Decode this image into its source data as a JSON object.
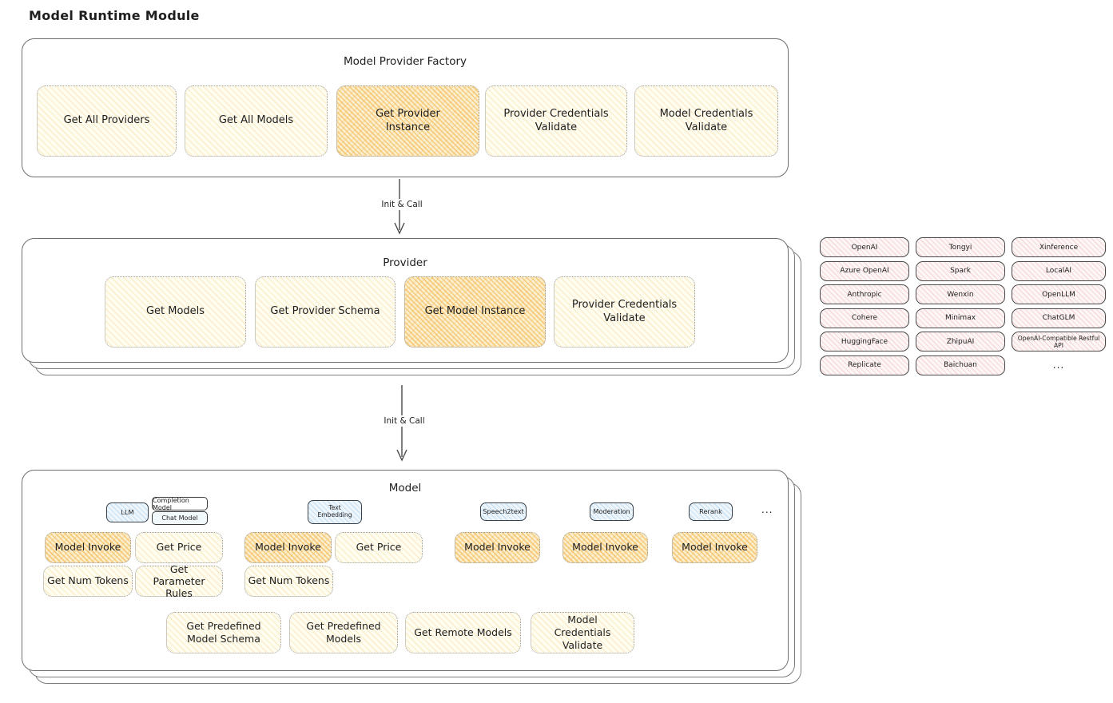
{
  "title": "Model Runtime Module",
  "arrows": {
    "top_label": "Init & Call",
    "bottom_label": "Init & Call"
  },
  "factory": {
    "title": "Model Provider Factory",
    "buttons": [
      {
        "label": "Get All Providers",
        "highlighted": false
      },
      {
        "label": "Get All Models",
        "highlighted": false
      },
      {
        "label": "Get Provider Instance",
        "highlighted": true
      },
      {
        "label": "Provider Credentials Validate",
        "highlighted": false
      },
      {
        "label": "Model Credentials Validate",
        "highlighted": false
      }
    ]
  },
  "provider": {
    "title": "Provider",
    "buttons": [
      {
        "label": "Get Models",
        "highlighted": false
      },
      {
        "label": "Get Provider Schema",
        "highlighted": false
      },
      {
        "label": "Get Model Instance",
        "highlighted": true
      },
      {
        "label": "Provider Credentials Validate",
        "highlighted": false
      }
    ]
  },
  "provider_list": {
    "items": [
      "OpenAI",
      "Tongyi",
      "Xinference",
      "Azure OpenAI",
      "Spark",
      "LocalAI",
      "Anthropic",
      "Wenxin",
      "OpenLLM",
      "Cohere",
      "Minimax",
      "ChatGLM",
      "HuggingFace",
      "ZhipuAI",
      "OpenAI-Compatible Restful API",
      "Replicate",
      "Baichuan"
    ],
    "more": "..."
  },
  "model": {
    "title": "Model",
    "type_chips": [
      "LLM",
      "Completion Model",
      "Chat Model",
      "Text Embedding",
      "Speech2text",
      "Moderation",
      "Rerank"
    ],
    "more": "...",
    "op_row1": [
      "Model Invoke",
      "Get Price",
      "Model Invoke",
      "Get Price",
      "Model Invoke",
      "Model Invoke",
      "Model Invoke"
    ],
    "op_row2": [
      "Get Num Tokens",
      "Get Parameter Rules",
      "Get Num Tokens"
    ],
    "op_row3": [
      "Get Predefined Model Schema",
      "Get Predefined Models",
      "Get Remote Models",
      "Model Credentials Validate"
    ]
  },
  "colors": {
    "fill_yellow": "#fffcf0",
    "fill_orange": "#fcefcd",
    "fill_pink": "#fdf6f6",
    "fill_blue": "#eef6fc",
    "stroke": "#1e1e1e"
  }
}
